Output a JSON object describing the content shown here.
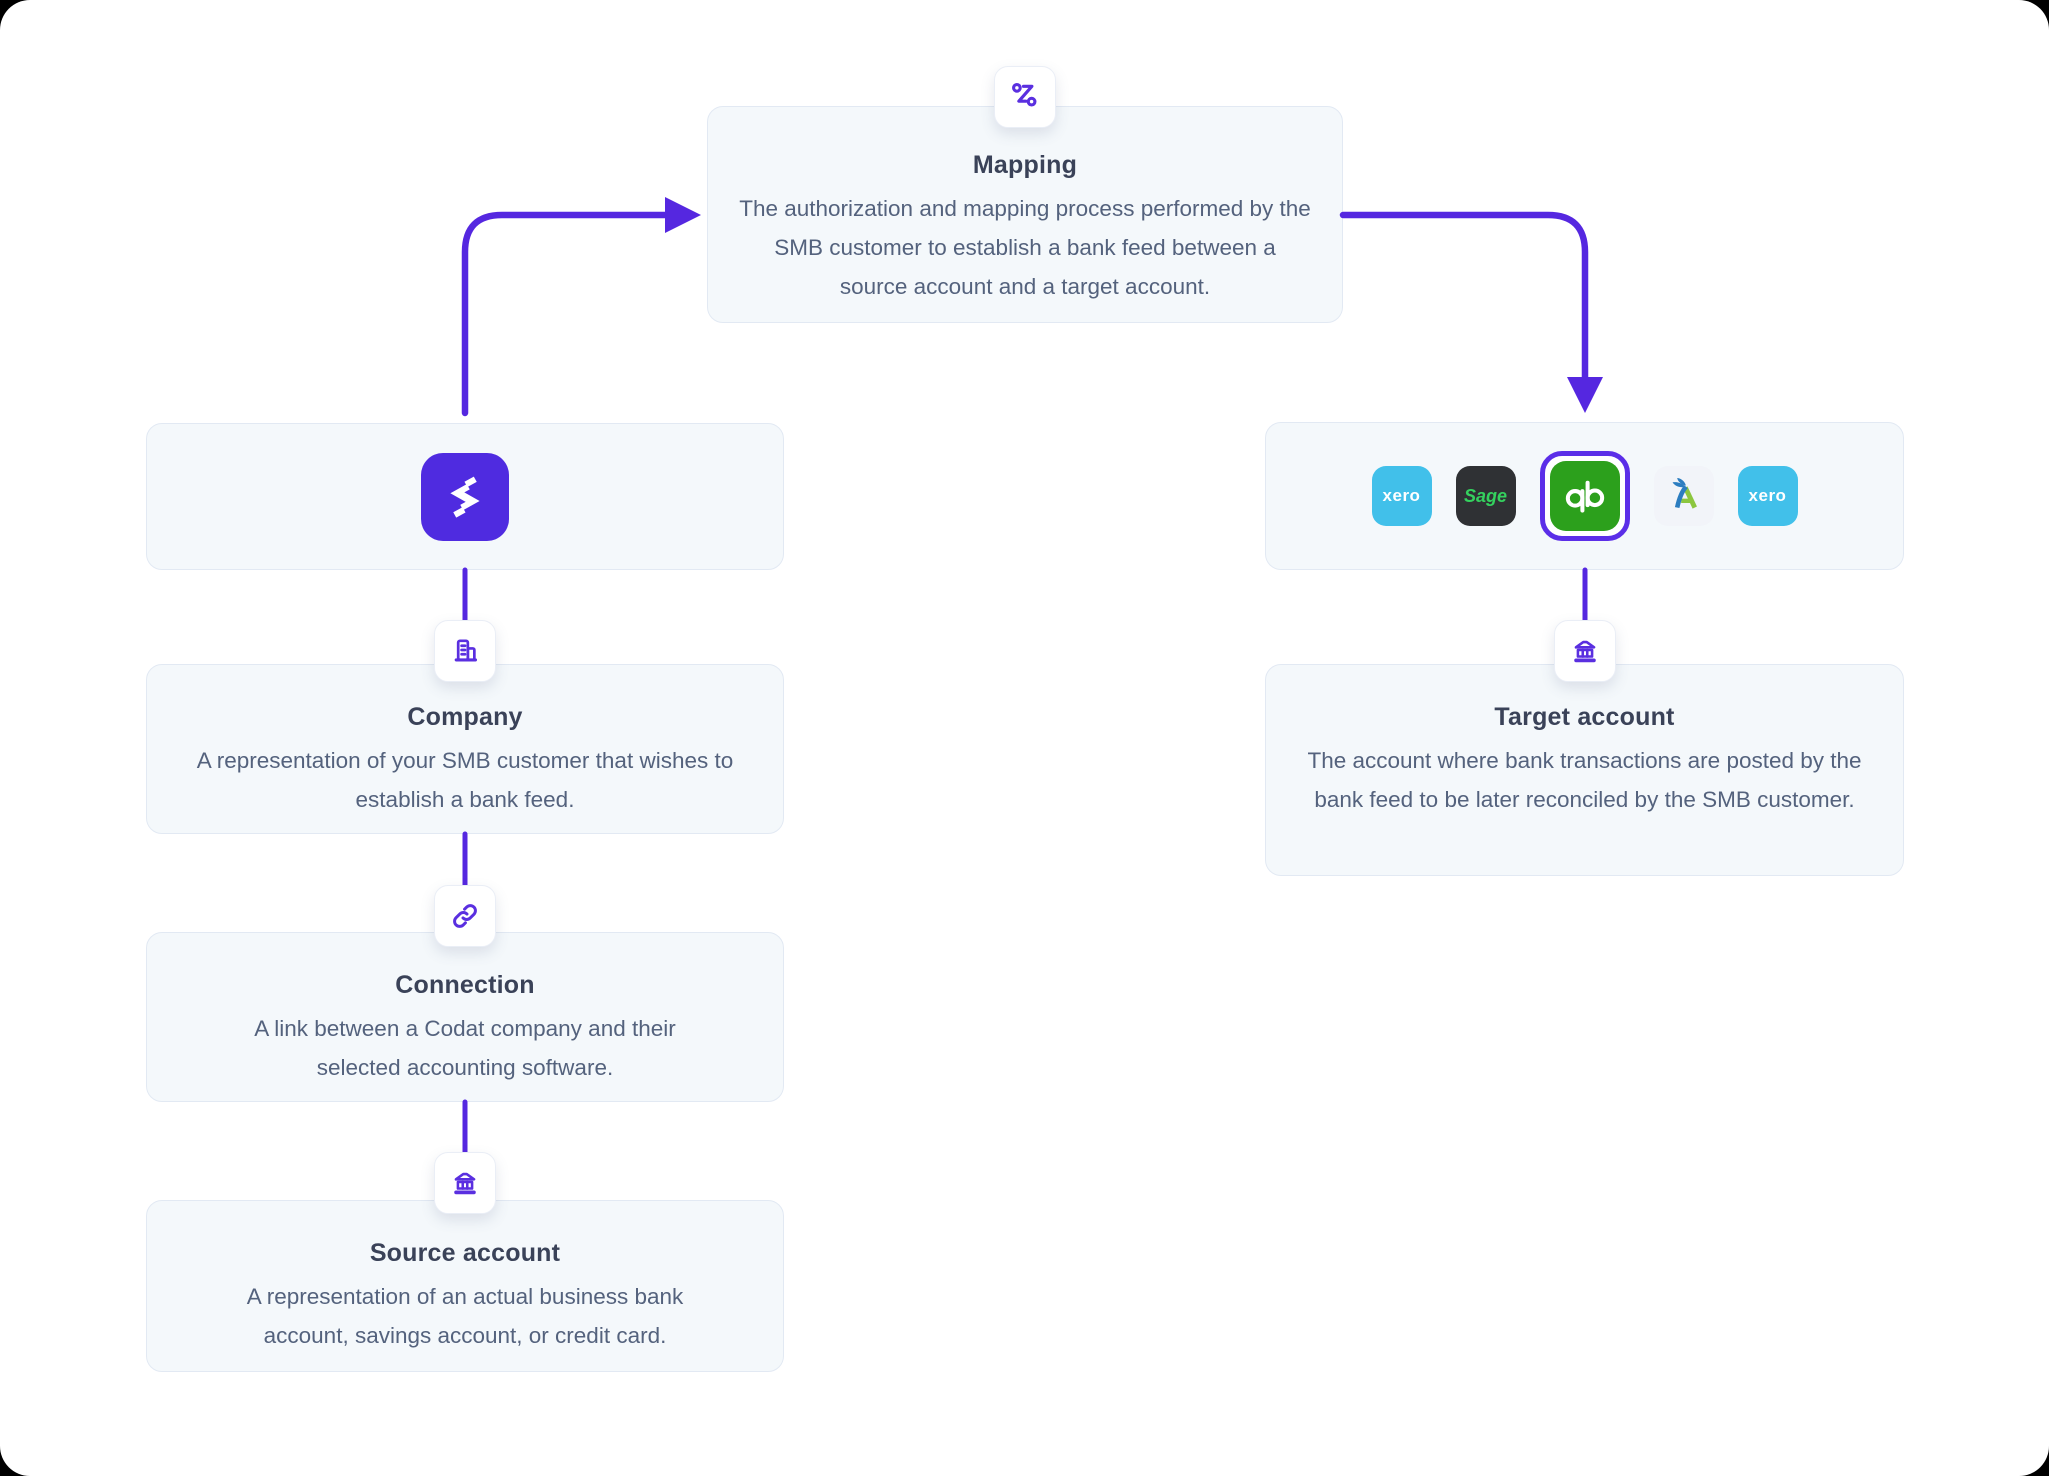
{
  "colors": {
    "accent": "#4f2be0",
    "arrow": "#5527e0",
    "card_bg": "#f4f8fb",
    "card_border": "#e2e9f3",
    "title_color": "#3a4258",
    "body_color": "#54627d",
    "xero_blue": "#41c0ea",
    "sage_dark": "#2f3134",
    "sage_green": "#34d15e",
    "qb_green": "#2ca01c",
    "freeagent_blue": "#2c7dc0",
    "freeagent_green": "#8cc63f",
    "ring_purple": "#5b2ee8"
  },
  "nodes": {
    "mapping": {
      "title": "Mapping",
      "description": "The authorization and mapping process performed by the SMB customer to establish a bank feed between a source account and a target account."
    },
    "codat": {
      "name": "Codat"
    },
    "company": {
      "title": "Company",
      "description": "A representation of your SMB customer that wishes to establish a bank feed."
    },
    "connection": {
      "title": "Connection",
      "description": "A link between a Codat company and their selected accounting software."
    },
    "source_account": {
      "title": "Source account",
      "description": "A representation of an actual business bank account, savings account, or credit card."
    },
    "software": {
      "logos": [
        {
          "name": "Xero",
          "label": "xero"
        },
        {
          "name": "Sage",
          "label": "Sage"
        },
        {
          "name": "QuickBooks",
          "label": "qb",
          "selected": true
        },
        {
          "name": "FreeAgent",
          "label": ""
        },
        {
          "name": "Xero",
          "label": "xero"
        }
      ]
    },
    "target_account": {
      "title": "Target account",
      "description": "The account where bank transactions are posted by the bank feed to be later reconciled by the SMB customer."
    }
  }
}
